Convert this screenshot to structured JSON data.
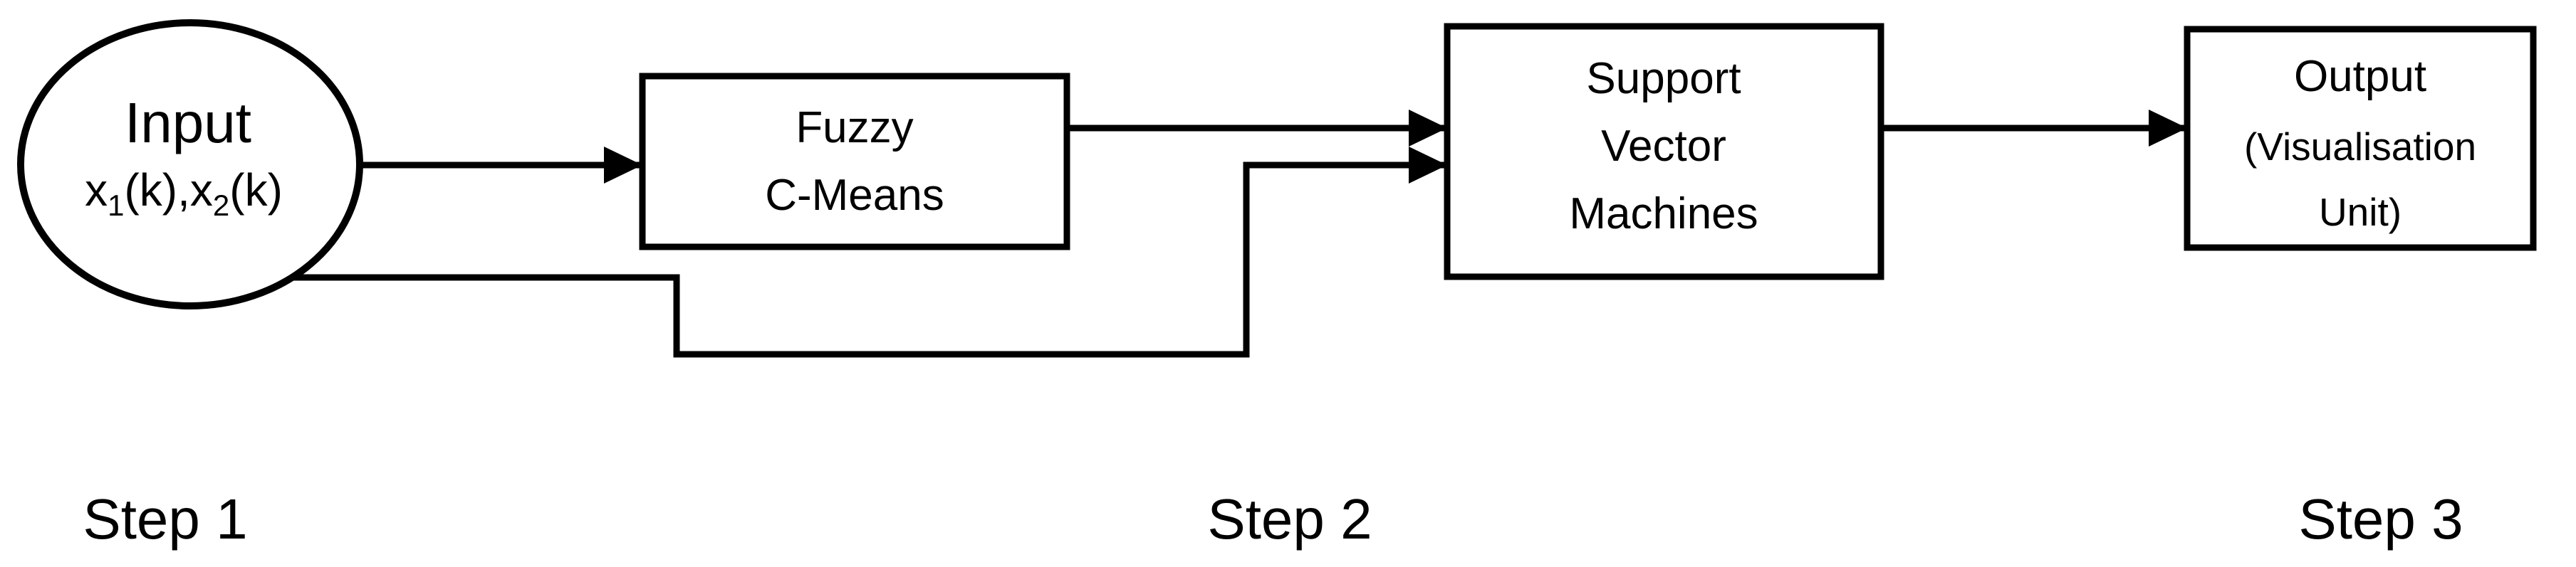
{
  "colors": {
    "background": "#ffffff",
    "stroke": "#000000",
    "text": "#000000"
  },
  "nodes": {
    "input": {
      "shape": "ellipse",
      "title": "Input",
      "signal_parts": [
        "x",
        "1",
        "(k),x",
        "2",
        "(k)"
      ]
    },
    "fcm": {
      "shape": "rect",
      "lines": [
        "Fuzzy",
        "C-Means"
      ]
    },
    "svm": {
      "shape": "rect",
      "lines": [
        "Support",
        "Vector",
        "Machines"
      ]
    },
    "output": {
      "shape": "rect",
      "lines": [
        "Output",
        "(Visualisation",
        "Unit)"
      ]
    }
  },
  "edges": [
    {
      "from": "input",
      "to": "fuzzy-c-means",
      "style": "straight-arrow"
    },
    {
      "from": "fuzzy-c-means",
      "to": "support-vector-machines",
      "style": "straight-arrow"
    },
    {
      "from": "input",
      "to": "support-vector-machines",
      "style": "elbow-arrow"
    },
    {
      "from": "support-vector-machines",
      "to": "output",
      "style": "straight-arrow"
    }
  ],
  "steps": [
    {
      "label": "Step 1"
    },
    {
      "label": "Step 2"
    },
    {
      "label": "Step 3"
    }
  ]
}
